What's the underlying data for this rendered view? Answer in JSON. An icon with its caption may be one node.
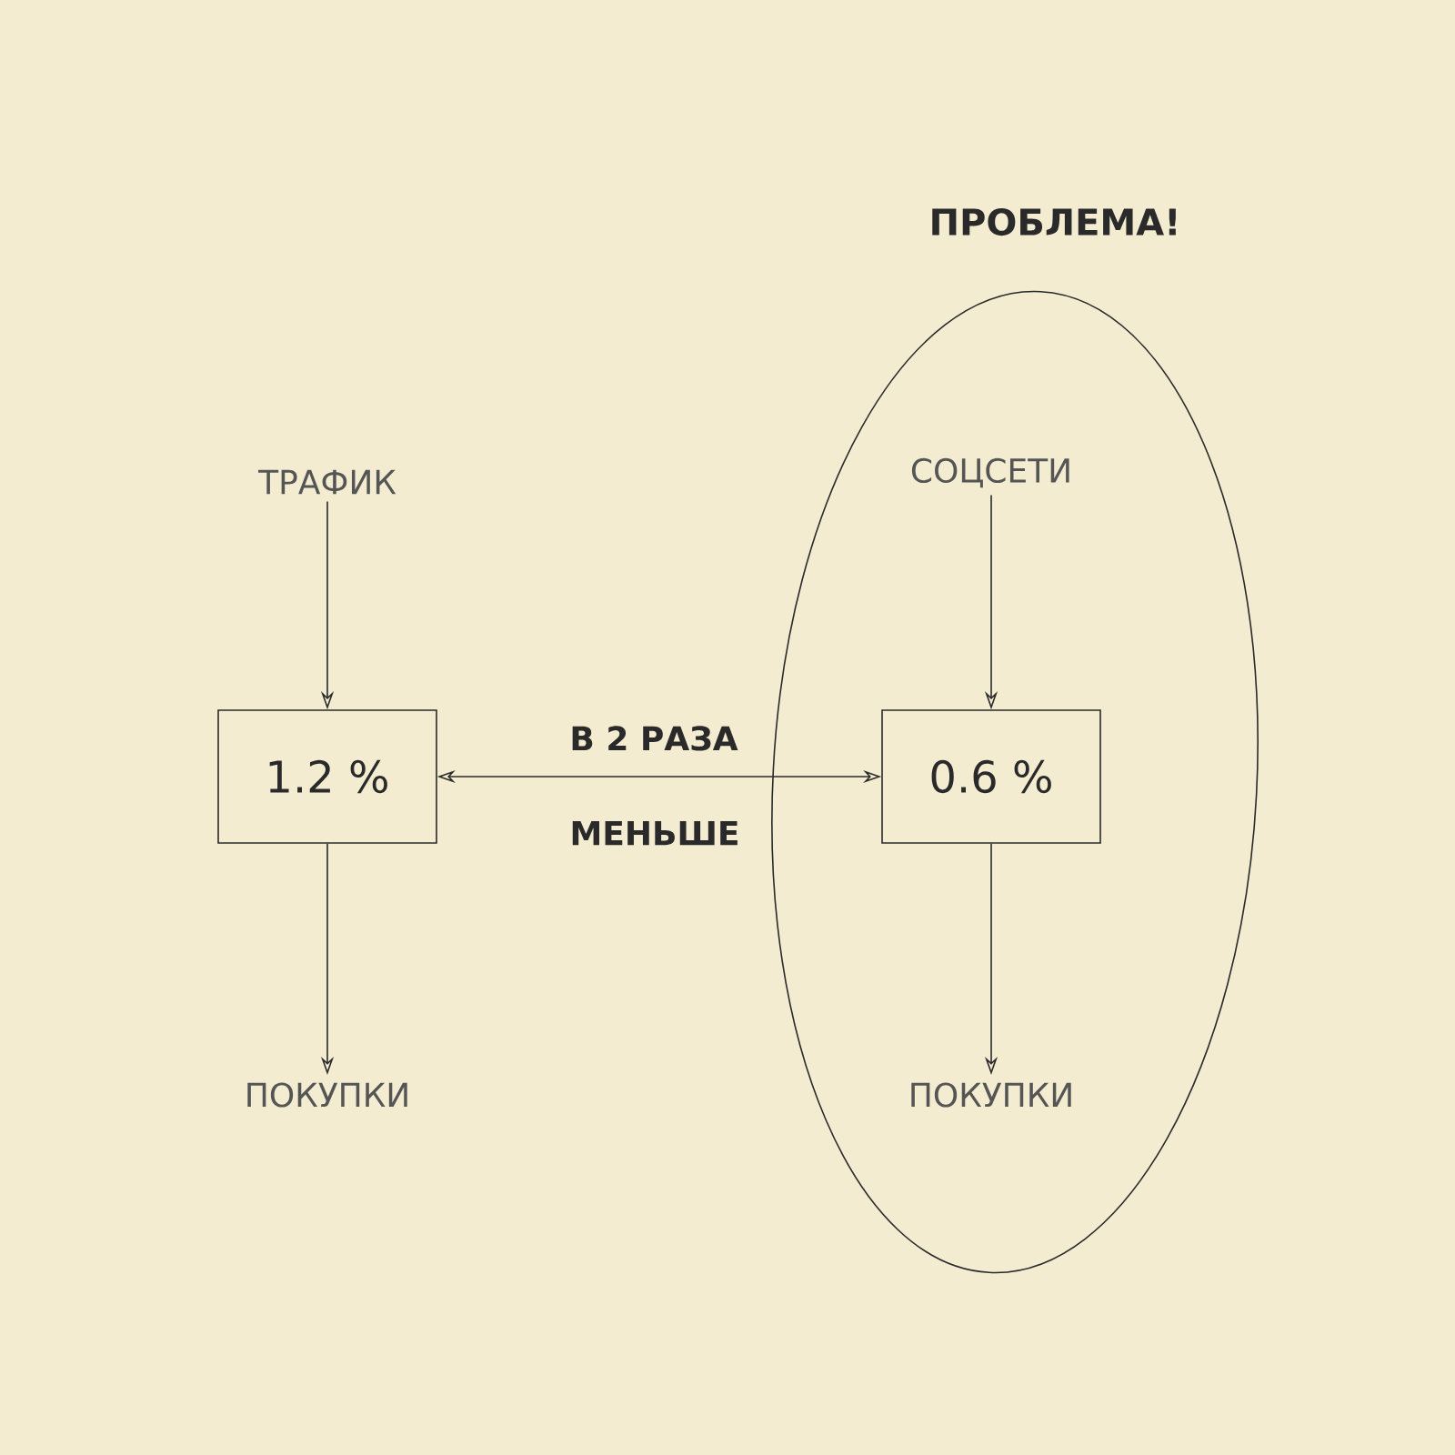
{
  "diagram": {
    "nodes": [
      {
        "text": [
          "ТРАФИК"
        ]
      },
      {
        "text": [
          "1.2 %"
        ]
      },
      {
        "text": [
          "ПОКУПКИ"
        ]
      },
      {
        "text": [
          "ПРОБЛЕМА!"
        ]
      },
      {
        "text": [
          "СОЦСЕТИ"
        ],
        "in": 3
      },
      {
        "text": [
          "0.6 %"
        ],
        "in": 3
      },
      {
        "text": [
          "ПОКУПКИ"
        ],
        "in": 3
      }
    ],
    "edges": [
      {
        "from": 0,
        "to": 1,
        "arrow": "to"
      },
      {
        "from": 1,
        "to": 2,
        "arrow": "to"
      },
      {
        "from": 4,
        "to": 5,
        "arrow": "to"
      },
      {
        "from": 5,
        "to": 6,
        "arrow": "to"
      },
      {
        "from": 1,
        "to": 5,
        "arrow": "both",
        "label": "В 2 РАЗА"
      }
    ],
    "labels": [
      "МЕНЬШЕ"
    ]
  }
}
